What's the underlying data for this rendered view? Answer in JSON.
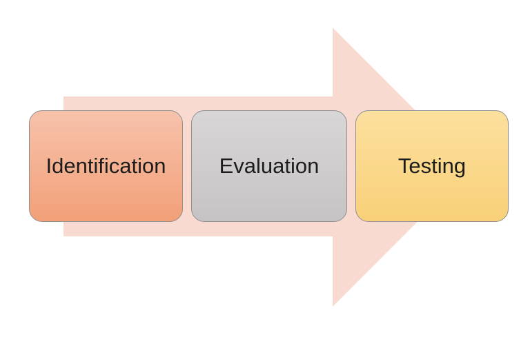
{
  "diagram": {
    "type": "horizontal-process-arrow",
    "background_color": "#ffffff",
    "text_color": "#1c1c1c",
    "arrow": {
      "direction": "right",
      "fill": "#f8dad0"
    },
    "steps": [
      {
        "label": "Identification",
        "fill_top": "#f7c2ab",
        "fill_bottom": "#f2a078",
        "border": "#8f8f8f"
      },
      {
        "label": "Evaluation",
        "fill_top": "#d8d6d6",
        "fill_bottom": "#c5c3c4",
        "border": "#8f8f8f"
      },
      {
        "label": "Testing",
        "fill_top": "#fce09e",
        "fill_bottom": "#f9d079",
        "border": "#8f8f8f"
      }
    ]
  }
}
